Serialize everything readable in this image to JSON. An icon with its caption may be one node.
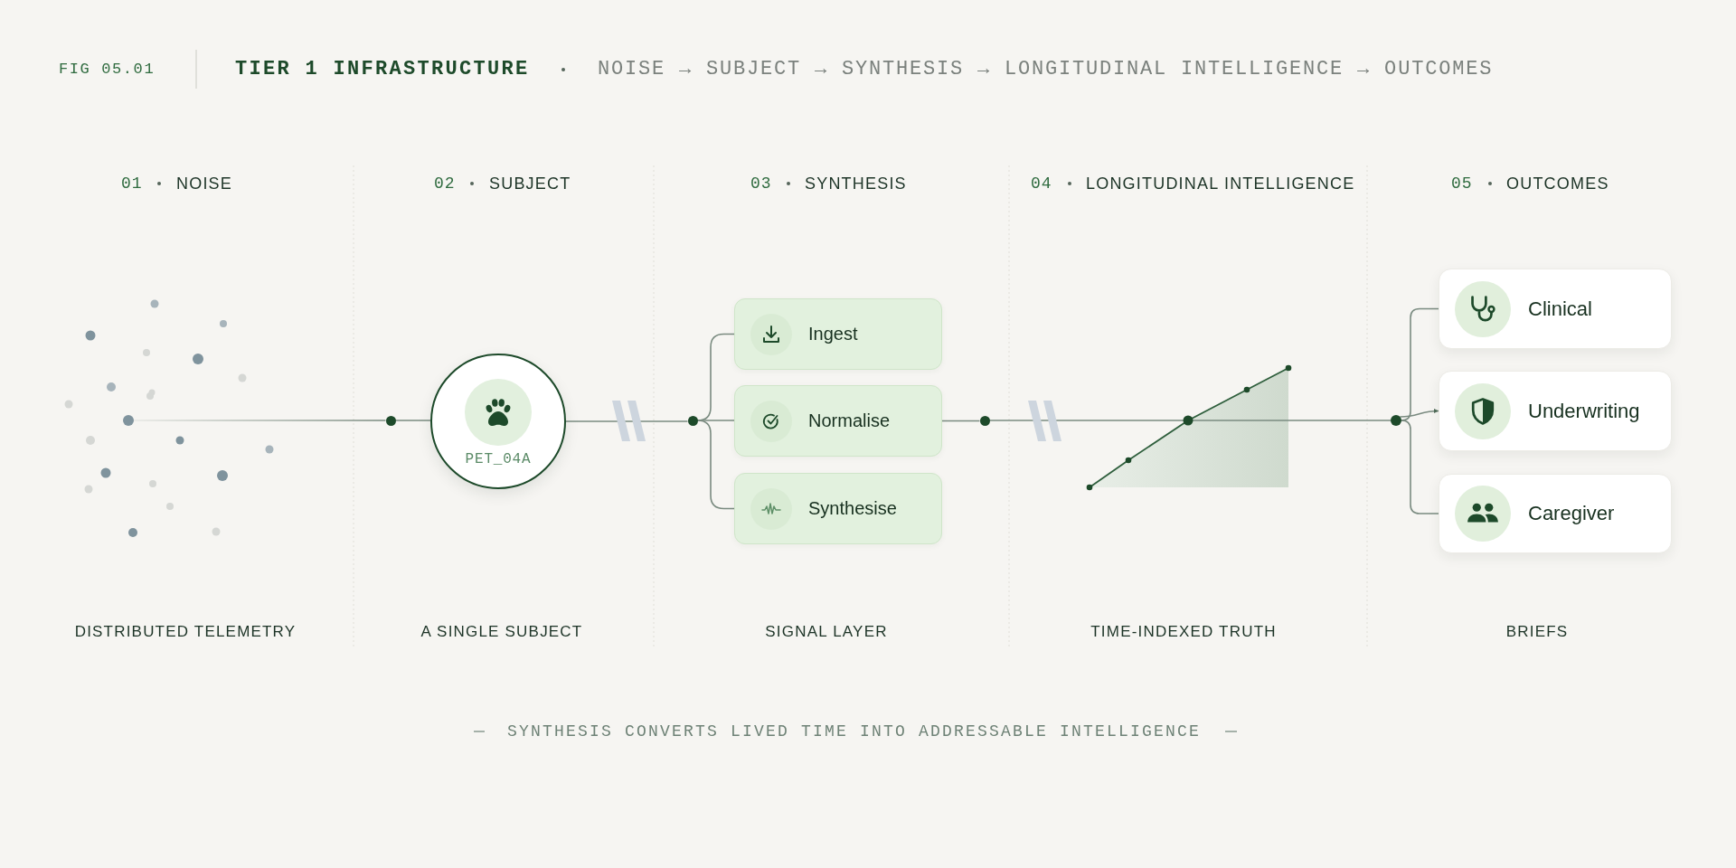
{
  "diagram": {
    "title": "TIER 1 INFRASTRUCTURE",
    "caption": "SYNTHESIS CONVERTS LIVED TIME INTO ADDRESSABLE INTELLIGENCE",
    "nodes": [
      {
        "text": [],
        "shape": "circle"
      },
      {
        "text": [],
        "shape": "circle"
      },
      {
        "text": [
          "PET_04A"
        ]
      },
      {
        "text": [],
        "shape": "circle"
      },
      {
        "text": [
          "Ingest"
        ]
      },
      {
        "text": [
          "Normalise"
        ]
      },
      {
        "text": [
          "Synthesise"
        ]
      },
      {
        "text": [],
        "shape": "circle"
      },
      {
        "text": [],
        "shape": "picture"
      },
      {
        "text": [],
        "shape": "circle"
      },
      {
        "text": [
          "Clinical"
        ]
      },
      {
        "text": [
          "Underwriting"
        ]
      },
      {
        "text": [
          "Caregiver"
        ]
      }
    ],
    "edges": [
      {
        "from": 0,
        "to": 1,
        "arrow": "none"
      },
      {
        "from": 1,
        "to": 2,
        "arrow": "none"
      },
      {
        "from": 2,
        "to": 3,
        "arrow": "none"
      },
      {
        "from": 3,
        "to": 4,
        "arrow": "none"
      },
      {
        "from": 3,
        "to": 5,
        "arrow": "none"
      },
      {
        "from": 3,
        "to": 6,
        "arrow": "none"
      },
      {
        "from": 5,
        "to": 7,
        "arrow": "none"
      },
      {
        "from": 7,
        "to": 8,
        "arrow": "none"
      },
      {
        "from": 8,
        "to": 9,
        "arrow": "none"
      },
      {
        "from": 9,
        "to": 10,
        "arrow": "none"
      },
      {
        "from": 9,
        "to": 11,
        "arrow": "to"
      },
      {
        "from": 9,
        "to": 12,
        "arrow": "none"
      }
    ],
    "labels": [
      "FIG 05.01",
      "NOISE → SUBJECT → SYNTHESIS → LONGITUDINAL INTELLIGENCE → OUTCOMES",
      "01",
      "NOISE",
      "02",
      "SUBJECT",
      "03",
      "SYNTHESIS",
      "04",
      "LONGITUDINAL INTELLIGENCE",
      "05",
      "OUTCOMES",
      "DISTRIBUTED TELEMETRY",
      "A SINGLE SUBJECT",
      "SIGNAL LAYER",
      "TIME-INDEXED TRUTH",
      "BRIEFS"
    ]
  }
}
